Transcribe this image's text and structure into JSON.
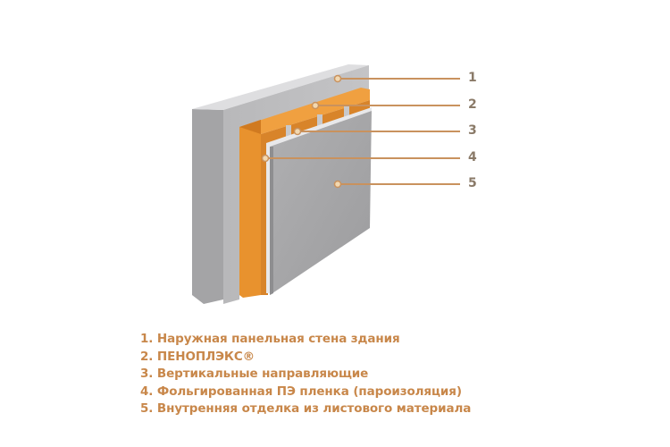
{
  "diagram": {
    "title": "Wall insulation layers diagram",
    "colors": {
      "concrete_front": "#b4b4b6",
      "concrete_top": "#dcdcde",
      "concrete_side": "#a2a2a4",
      "insulation": "#e8922e",
      "insulation_dark": "#cf7a1f",
      "finish_panel": "#a8a8aa",
      "leader_line": "#c9925e",
      "legend_text": "#c8874a"
    },
    "callouts": [
      {
        "number": "1"
      },
      {
        "number": "2"
      },
      {
        "number": "3"
      },
      {
        "number": "4"
      },
      {
        "number": "5"
      }
    ]
  },
  "legend": {
    "items": [
      {
        "label": "1. Наружная панельная стена здания"
      },
      {
        "label": "2. ПЕНОПЛЭКС®"
      },
      {
        "label": "3. Вертикальные направляющие"
      },
      {
        "label": "4. Фольгированная ПЭ пленка (пароизоляция)"
      },
      {
        "label": "5. Внутренняя отделка из листового материала"
      }
    ]
  }
}
